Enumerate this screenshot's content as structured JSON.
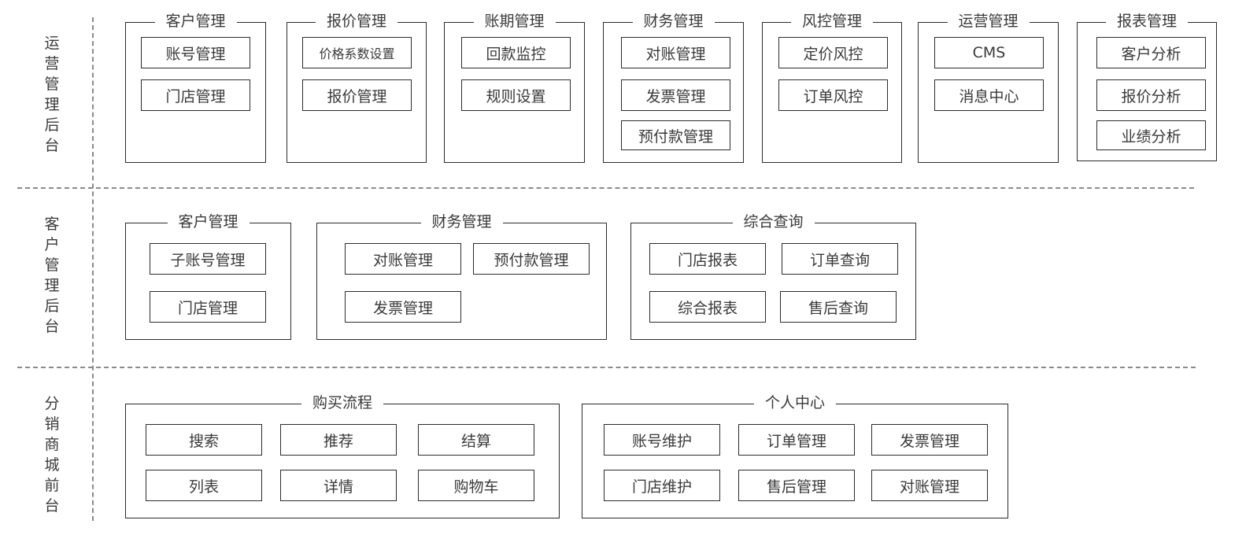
{
  "rows": [
    {
      "label": [
        "运",
        "营",
        "管",
        "理",
        "后",
        "台"
      ],
      "groups": [
        {
          "title": "客户管理",
          "items": [
            "账号管理",
            "门店管理"
          ]
        },
        {
          "title": "报价管理",
          "items": [
            "价格系数设置",
            "报价管理"
          ]
        },
        {
          "title": "账期管理",
          "items": [
            "回款监控",
            "规则设置"
          ]
        },
        {
          "title": "财务管理",
          "items": [
            "对账管理",
            "发票管理",
            "预付款管理"
          ]
        },
        {
          "title": "风控管理",
          "items": [
            "定价风控",
            "订单风控"
          ]
        },
        {
          "title": "运营管理",
          "items": [
            "CMS",
            "消息中心"
          ]
        },
        {
          "title": "报表管理",
          "items": [
            "客户分析",
            "报价分析",
            "业绩分析"
          ]
        }
      ]
    },
    {
      "label": [
        "客",
        "户",
        "管",
        "理",
        "后",
        "台"
      ],
      "groups": [
        {
          "title": "客户管理",
          "items": [
            "子账号管理",
            "门店管理"
          ]
        },
        {
          "title": "财务管理",
          "items": [
            "对账管理",
            "预付款管理",
            "发票管理"
          ]
        },
        {
          "title": "综合查询",
          "items": [
            "门店报表",
            "订单查询",
            "综合报表",
            "售后查询"
          ]
        }
      ]
    },
    {
      "label": [
        "分",
        "销",
        "商",
        "城",
        "前",
        "台"
      ],
      "groups": [
        {
          "title": "购买流程",
          "items": [
            "搜索",
            "推荐",
            "结算",
            "列表",
            "详情",
            "购物车"
          ]
        },
        {
          "title": "个人中心",
          "items": [
            "账号维护",
            "订单管理",
            "发票管理",
            "门店维护",
            "售后管理",
            "对账管理"
          ]
        }
      ]
    }
  ]
}
